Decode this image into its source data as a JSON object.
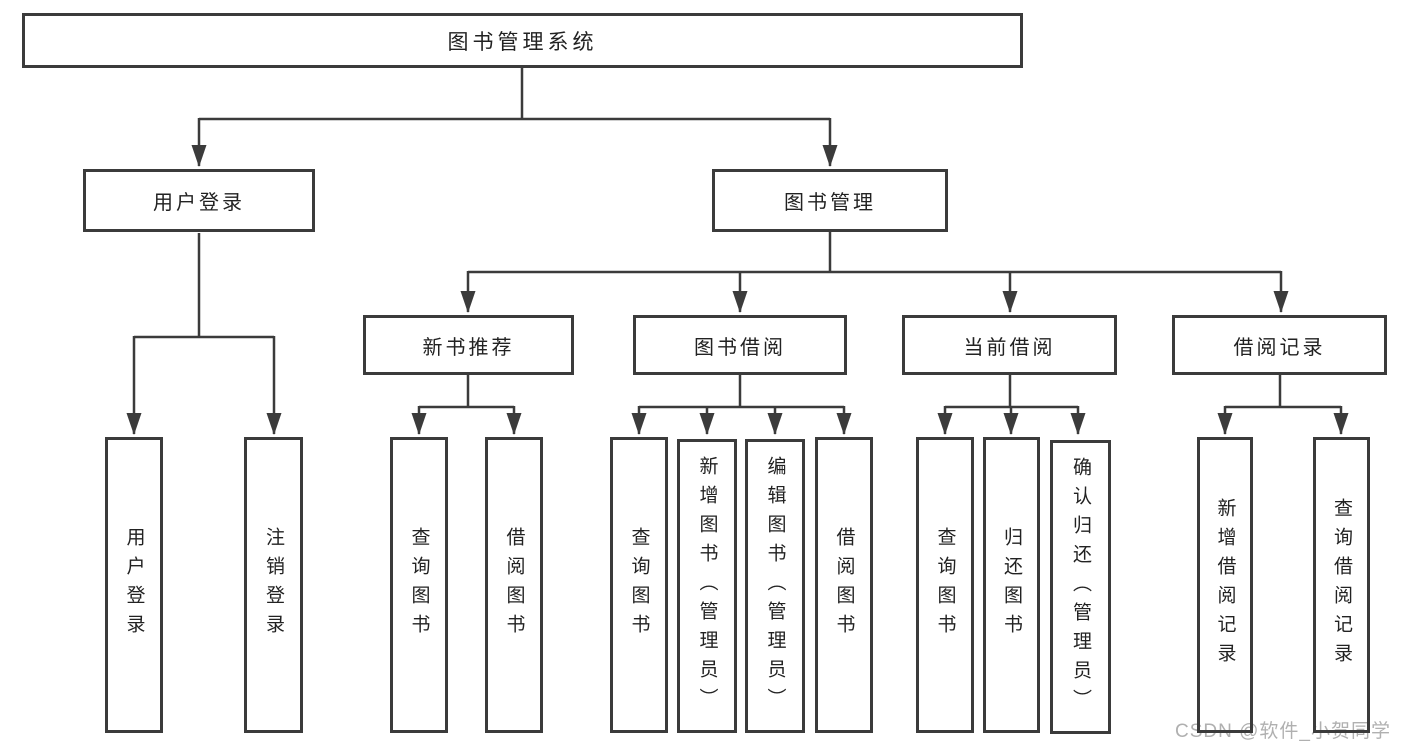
{
  "diagram": {
    "root": "图书管理系统",
    "level2": [
      {
        "label": "用户登录",
        "children": [
          "用户登录",
          "注销登录"
        ]
      },
      {
        "label": "图书管理",
        "sections": [
          {
            "label": "新书推荐",
            "children": [
              "查询图书",
              "借阅图书"
            ]
          },
          {
            "label": "图书借阅",
            "children": [
              "查询图书",
              "新增图书（管理员）",
              "编辑图书（管理员）",
              "借阅图书"
            ]
          },
          {
            "label": "当前借阅",
            "children": [
              "查询图书",
              "归还图书",
              "确认归还（管理员）"
            ]
          },
          {
            "label": "借阅记录",
            "children": [
              "新增借阅记录",
              "查询借阅记录"
            ]
          }
        ]
      }
    ]
  },
  "watermark": "CSDN @软件_小贺同学",
  "colors": {
    "line": "#3b3b3b",
    "box_border": "#3b3b3b",
    "text": "#222222",
    "box_background": "#ffffff",
    "page_background": "#ffffff",
    "watermark": "#b0b0b0"
  }
}
